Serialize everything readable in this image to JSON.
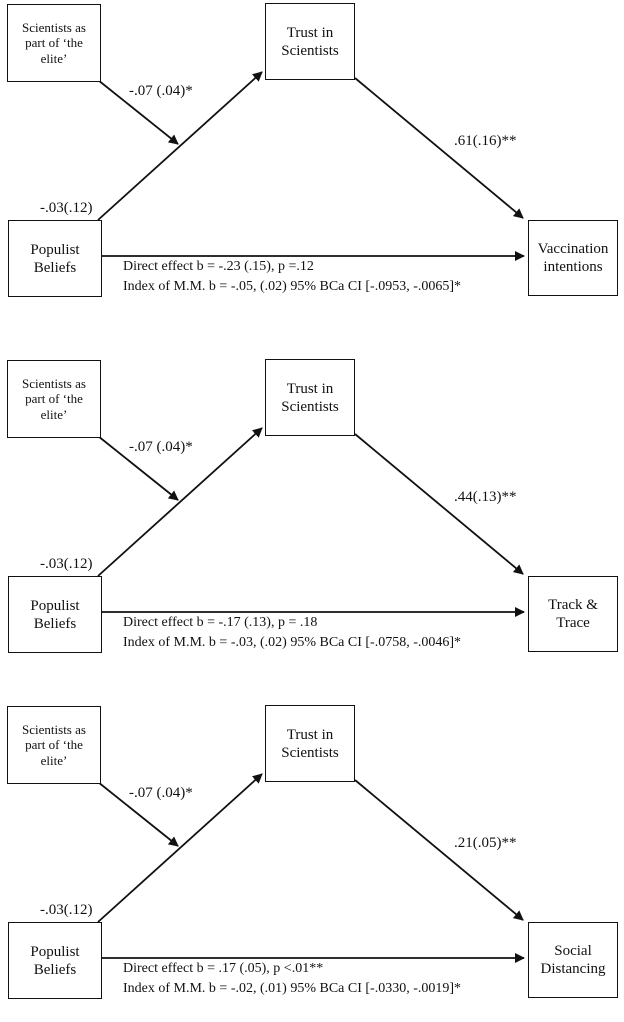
{
  "panels": [
    {
      "moderator": "Scientists as\npart of ‘the\nelite’",
      "mediator": "Trust in\nScientists",
      "predictor": "Populist\nBeliefs",
      "outcome": "Vaccination\nintentions",
      "coef_moderation": "-.07 (.04)*",
      "coef_a": "-.03(.12)",
      "coef_b": ".61(.16)**",
      "direct_effect": "Direct effect b = -.23 (.15), p =.12",
      "index_mm": "Index of M.M. b = -.05, (.02) 95% BCa CI [-.0953, -.0065]*"
    },
    {
      "moderator": "Scientists as\npart of ‘the\nelite’",
      "mediator": "Trust in\nScientists",
      "predictor": "Populist\nBeliefs",
      "outcome": "Track &\nTrace",
      "coef_moderation": "-.07 (.04)*",
      "coef_a": "-.03(.12)",
      "coef_b": ".44(.13)**",
      "direct_effect": "Direct effect b = -.17 (.13), p = .18",
      "index_mm": "Index of  M.M. b = -.03, (.02) 95% BCa CI [-.0758, -.0046]*"
    },
    {
      "moderator": "Scientists as\npart of ‘the\nelite’",
      "mediator": "Trust in\nScientists",
      "predictor": "Populist\nBeliefs",
      "outcome": "Social\nDistancing",
      "coef_moderation": "-.07 (.04)*",
      "coef_a": "-.03(.12)",
      "coef_b": ".21(.05)**",
      "direct_effect": "Direct effect b = .17 (.05), p <.01**",
      "index_mm": "Index of M.M. b = -.02, (.01) 95% BCa CI [-.0330, -.0019]*"
    }
  ]
}
